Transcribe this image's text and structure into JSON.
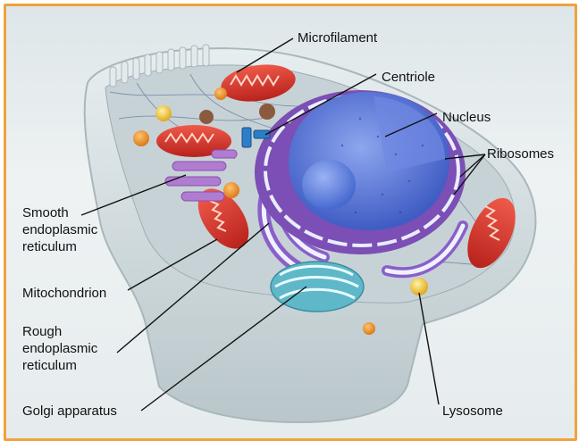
{
  "labels": {
    "microfilament": "Microfilament",
    "centriole": "Centriole",
    "nucleus": "Nucleus",
    "ribosomes": "Ribosomes",
    "smooth_er_line1": "Smooth",
    "smooth_er_line2": "endoplasmic",
    "smooth_er_line3": "reticulum",
    "mitochondrion": "Mitochondrion",
    "rough_er_line1": "Rough",
    "rough_er_line2": "endoplasmic",
    "rough_er_line3": "reticulum",
    "golgi": "Golgi apparatus",
    "lysosome": "Lysosome"
  },
  "colors": {
    "frame_border": "#f0a23b",
    "cytoplasm": "#cfd8db",
    "nucleus": "#5a78d8",
    "nuclear_envelope": "#7b4fb5",
    "mitochondrion": "#e2322a",
    "golgi": "#5fb8c8",
    "lysosome": "#f2c531"
  }
}
